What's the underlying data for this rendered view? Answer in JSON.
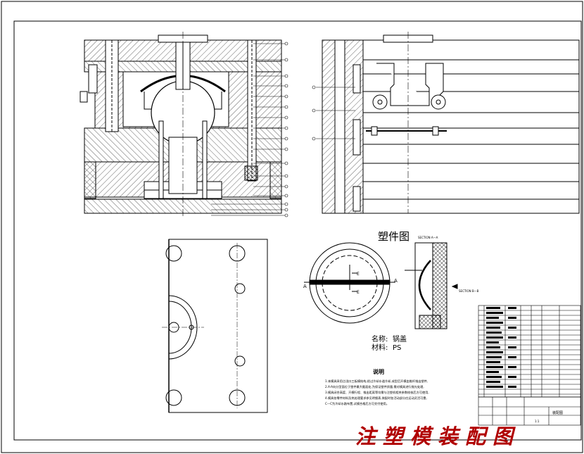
{
  "drawing": {
    "part_view_title": "塑件图",
    "section_label_top": "SECTION A—A",
    "section_label_right": "SECTION B—B",
    "part_name_label": "名称:",
    "part_name_value": "锅盖",
    "material_label": "材料:",
    "material_value": "PS",
    "tech_title": "说明",
    "tech_lines": [
      "1.本模具采用点浇口三板模结构,经过冷却水道冷却,成型后开模由推杆推出塑件,",
      "2.A-A向分型面位于塑件最大截面处,为保证塑件质量,需对模具进行抛光处理,",
      "3.模具闭合高度、开模行程、推出距离等均需与注塑机相关参数校核后方可使用,",
      "4.模具各零件材料及热处理要求参见明细表,装配时各活动部分应运动灵活可靠,",
      "C—C为冷却水路布置,试模合格后方可交付使用。"
    ],
    "view_letters": [
      "A",
      "A",
      "E",
      "E"
    ],
    "big_title": "注塑模装配图",
    "title_block_name": "装配图",
    "title_block_scale": "1:1"
  }
}
